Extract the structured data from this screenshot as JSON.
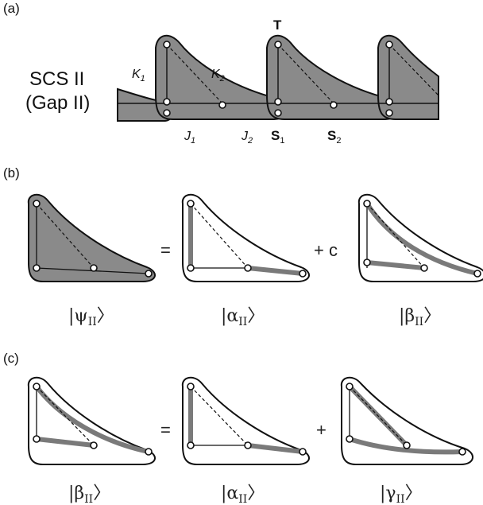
{
  "panel_a": {
    "label": "(a)",
    "title_line1": "SCS II",
    "title_line2": "(Gap II)",
    "top_label": "T",
    "k1": "K",
    "k1_sub": "1",
    "k2": "K",
    "k2_sub": "2",
    "j1": "J",
    "j1_sub": "1",
    "j2": "J",
    "j2_sub": "2",
    "s1": "S",
    "s1_sub": "1",
    "s2": "S",
    "s2_sub": "2"
  },
  "panel_b": {
    "label": "(b)",
    "equals": "=",
    "plus_c": "+ c",
    "ket_psi": "ψ",
    "ket_psi_sub": "II",
    "ket_alpha": "α",
    "ket_alpha_sub": "II",
    "ket_beta": "β",
    "ket_beta_sub": "II"
  },
  "panel_c": {
    "label": "(c)",
    "equals": "=",
    "plus": "+",
    "ket_beta": "β",
    "ket_beta_sub": "II",
    "ket_alpha": "α",
    "ket_alpha_sub": "II",
    "ket_gamma": "γ",
    "ket_gamma_sub": "II"
  },
  "colors": {
    "shaded_fill": "#8a8a8a",
    "bond_gray": "#7a7a7a",
    "outline": "#111111"
  }
}
